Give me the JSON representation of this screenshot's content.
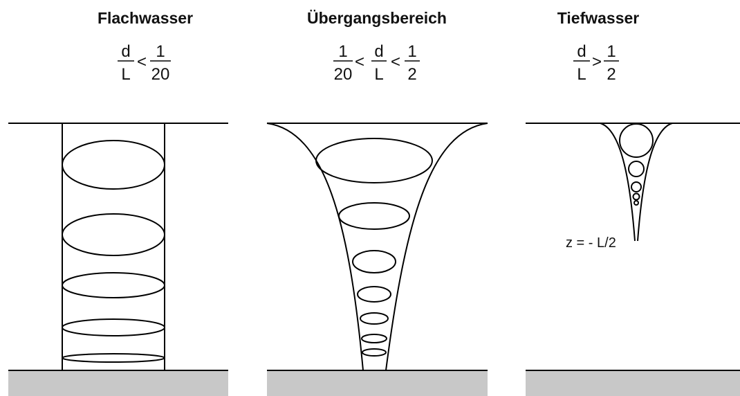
{
  "panels": [
    {
      "title": "Flachwasser",
      "formula": {
        "a_num": "d",
        "a_den": "L",
        "op1": "<",
        "b_num": "1",
        "b_den": "20"
      }
    },
    {
      "title": "Übergangsbereich",
      "formula": {
        "a_num": "1",
        "a_den": "20",
        "op1": "<",
        "b_num": "d",
        "b_den": "L",
        "op2": "<",
        "c_num": "1",
        "c_den": "2"
      }
    },
    {
      "title": "Tiefwasser",
      "formula": {
        "a_num": "d",
        "a_den": "L",
        "op1": ">",
        "b_num": "1",
        "b_den": "2"
      },
      "depth_label": "z = - L/2"
    }
  ],
  "colors": {
    "line": "#000000",
    "seabed": "#c8c8c8"
  }
}
